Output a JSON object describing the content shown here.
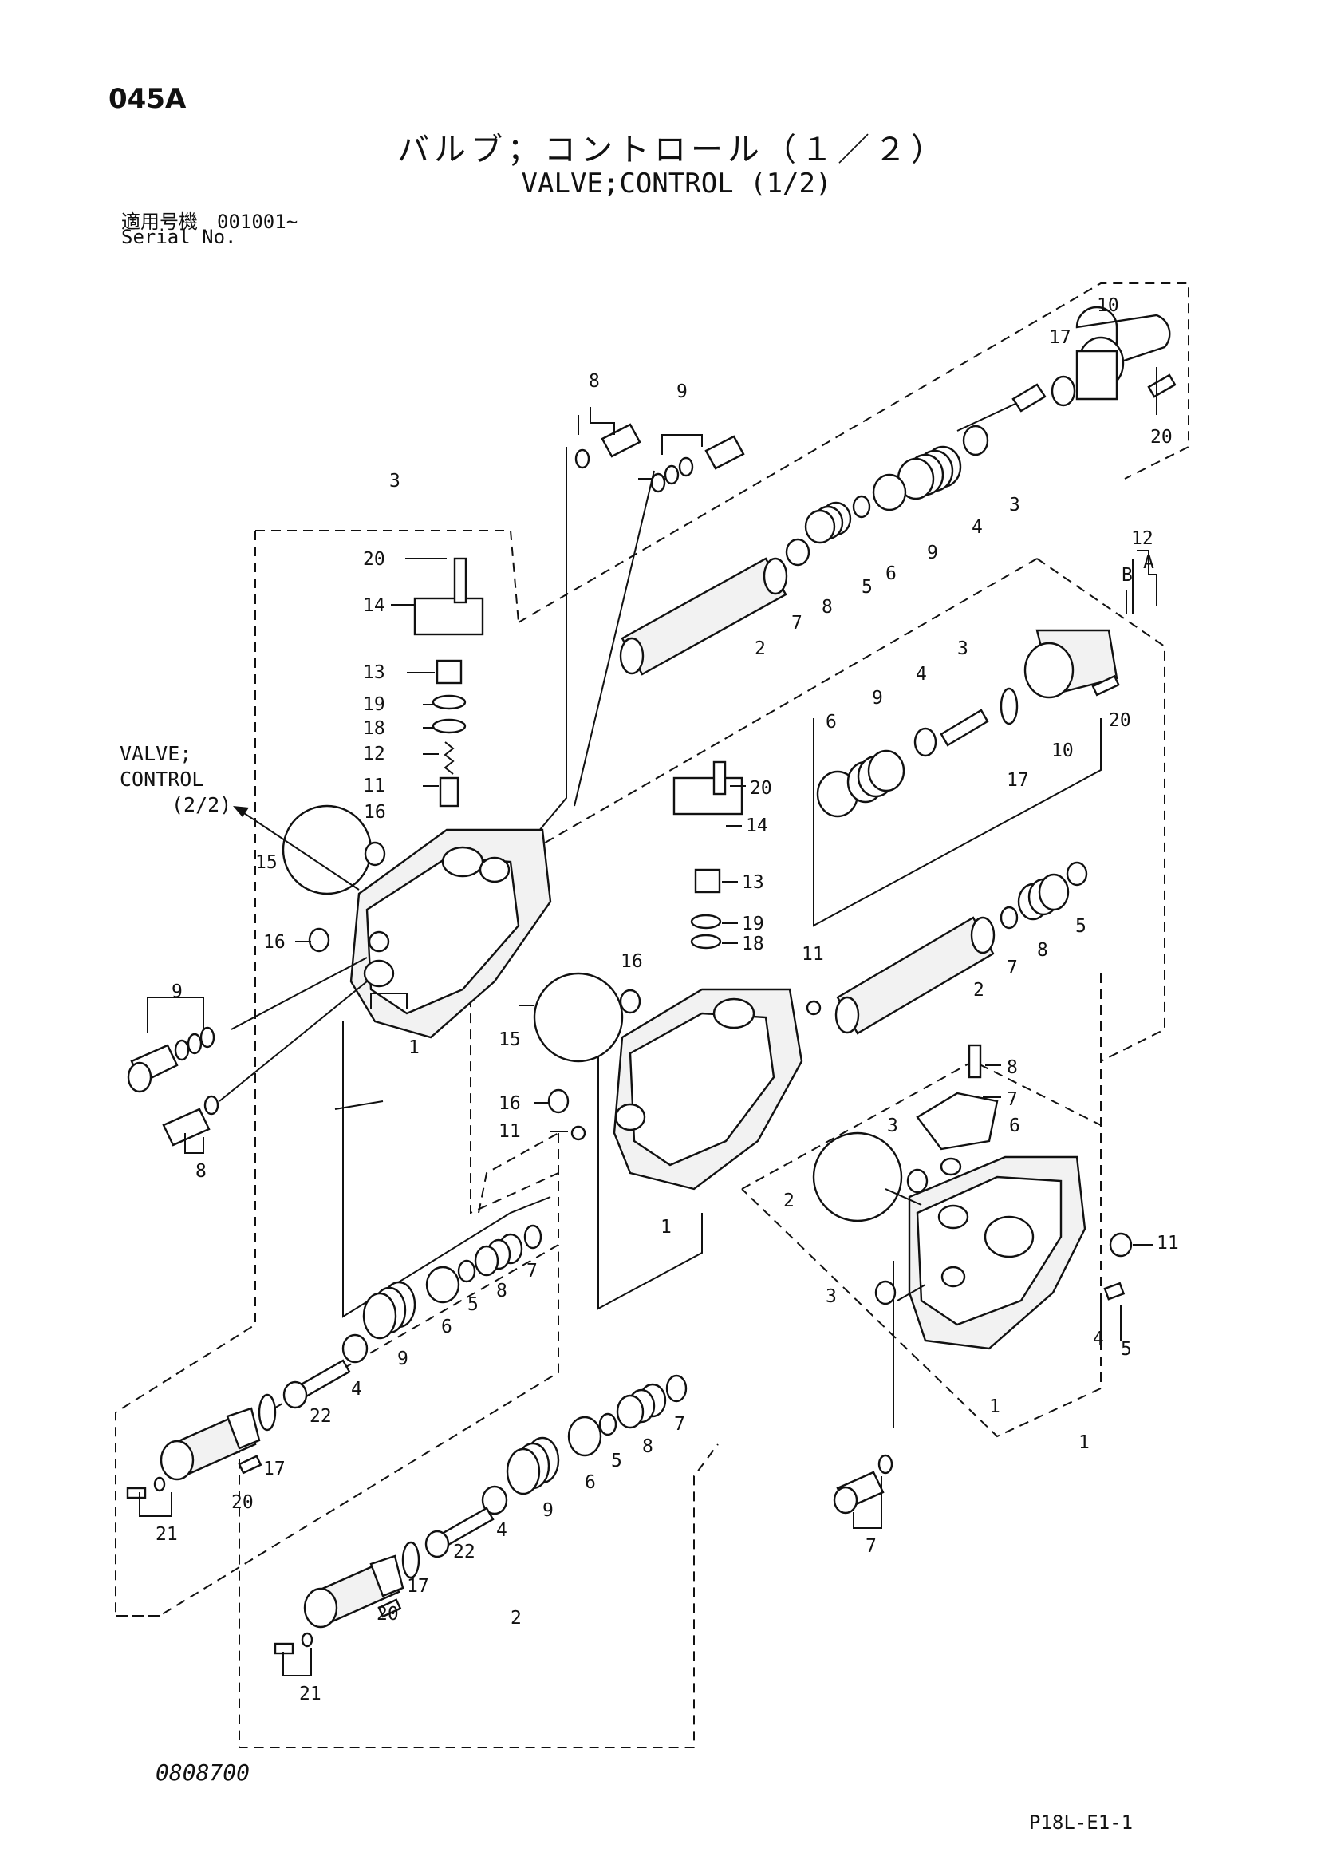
{
  "header": {
    "page_code": "045A",
    "title_jp": "バルブ；コントロール（１／２）",
    "title_en": "VALVE;CONTROL (1/2)",
    "serial_label_jp": "適用号機　001001~",
    "serial_label_en": "Serial No."
  },
  "callout": {
    "line1": "VALVE;",
    "line2": "CONTROL",
    "line3": "(2/2)"
  },
  "footer": {
    "doc_number": "0808700",
    "figure_code": "P18L-E1-1"
  },
  "labels": {
    "assembly_top": "3",
    "a": "A",
    "b": "B",
    "n1": "1",
    "n2": "2",
    "n3": "3",
    "n4": "4",
    "n5": "5",
    "n6": "6",
    "n7": "7",
    "n8": "8",
    "n9": "9",
    "n10": "10",
    "n11": "11",
    "n12": "12",
    "n13": "13",
    "n14": "14",
    "n15": "15",
    "n16": "16",
    "n17": "17",
    "n18": "18",
    "n19": "19",
    "n20": "20",
    "n21": "21",
    "n22": "22"
  }
}
